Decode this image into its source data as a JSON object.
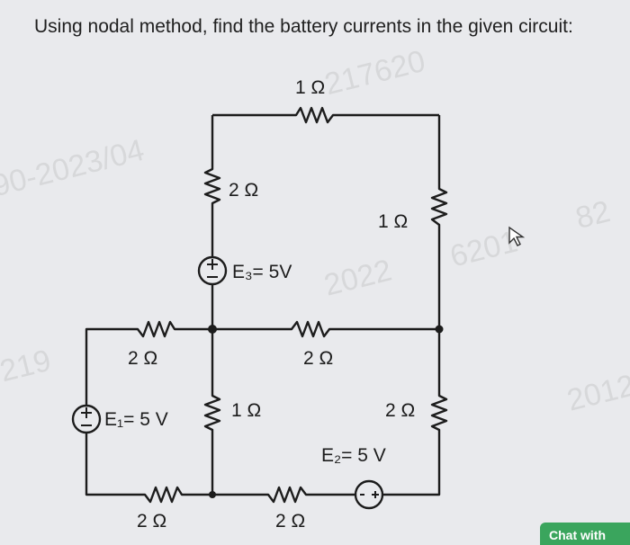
{
  "question": "Using nodal method, find the battery currents in the given circuit:",
  "watermarks": [
    "90-2023/04",
    "217620",
    "2022",
    "6201",
    "82",
    "219",
    "2012"
  ],
  "circuit": {
    "resistors": {
      "top": "1 Ω",
      "upper_left_vertical": "2 Ω",
      "upper_right_vertical": "1 Ω",
      "middle_left": "2 Ω",
      "middle_right": "2 Ω",
      "center_vertical": "1 Ω",
      "lower_right_vertical": "2 Ω",
      "bottom_left": "2 Ω",
      "bottom_right": "2 Ω"
    },
    "sources": {
      "e3": "E₃= 5V",
      "e1": "E₁= 5 V",
      "e2": "E₂= 5 V"
    }
  },
  "chat_button": "Chat with"
}
